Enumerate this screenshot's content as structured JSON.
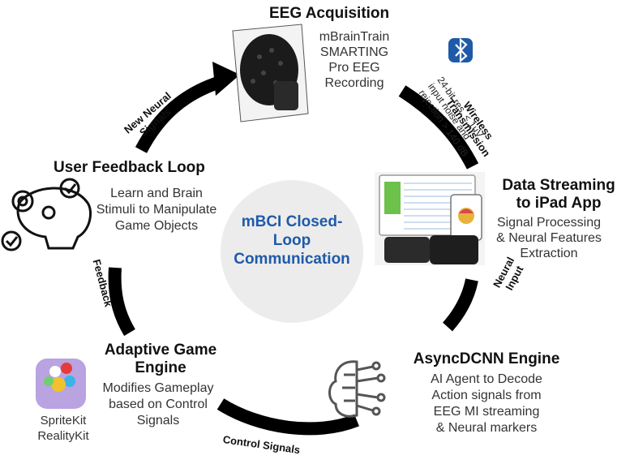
{
  "center": {
    "lines": [
      "mBCI Closed-",
      "Loop",
      "Communication"
    ]
  },
  "eeg": {
    "title": "EEG Acquisition",
    "desc": [
      "mBrainTrain",
      "SMARTING",
      "Pro EEG",
      "Recording"
    ]
  },
  "wireless": {
    "title": [
      "Wireless",
      "Transmission"
    ],
    "specs": [
      "24-bit res, < 1uV",
      "input noise and",
      "rejection > 140 dB"
    ]
  },
  "streaming": {
    "title": [
      "Data Streaming",
      "to iPad App"
    ],
    "desc": [
      "Signal Processing",
      "& Neural Features",
      "Extraction"
    ]
  },
  "neural_input": [
    "Neural",
    "Input"
  ],
  "engine": {
    "title": "AsyncDCNN Engine",
    "desc": [
      "AI Agent to Decode",
      "Action signals from",
      "EEG MI streaming",
      "& Neural markers"
    ]
  },
  "control_signals": "Control Signals",
  "game": {
    "title": [
      "Adaptive Game",
      "Engine"
    ],
    "desc": [
      "Modifies Gameplay",
      "based on Control",
      "Signals"
    ],
    "frameworks": [
      "SpriteKit",
      "RealityKit"
    ]
  },
  "feedback": "Feedback",
  "user": {
    "title": "User Feedback Loop",
    "desc": [
      "Learn and Brain",
      "Stimuli to Manipulate",
      "Game Objects"
    ]
  },
  "new_signals": [
    "New Neural",
    "Signals"
  ],
  "colors": {
    "accent_blue": "#1f5aa8",
    "arrow": "#000000",
    "center_bg": "#ececec"
  }
}
